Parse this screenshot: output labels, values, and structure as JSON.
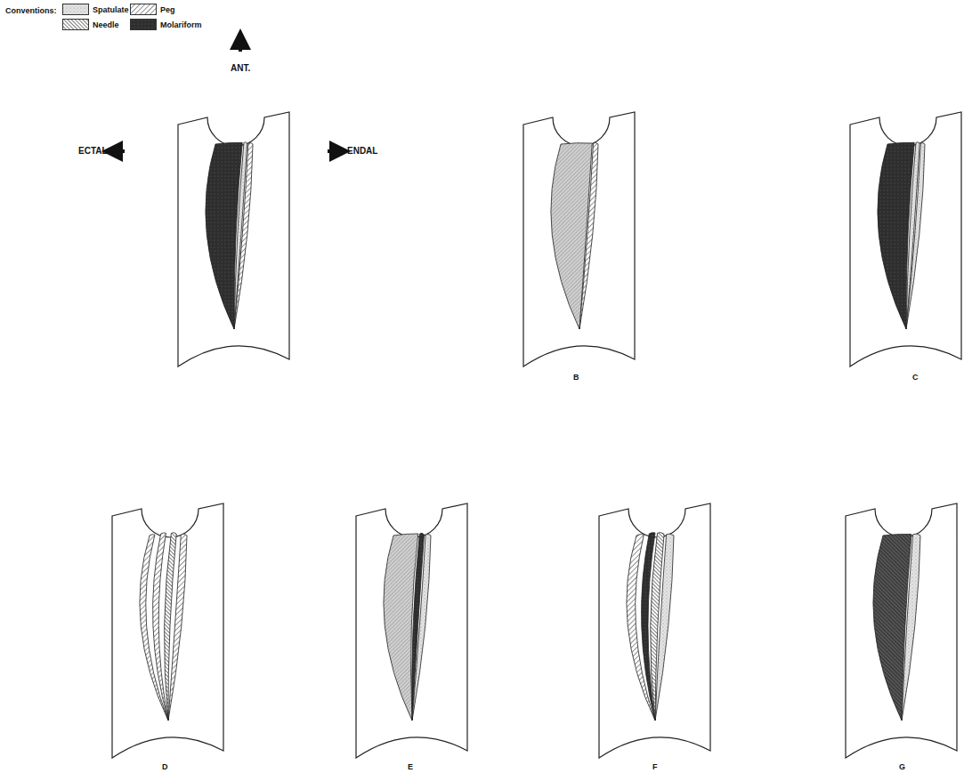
{
  "diagram": {
    "labels": [
      "Conventions:",
      "ANT.",
      "ECTAL",
      "ENDAL",
      "B",
      "C",
      "D",
      "E",
      "F",
      "G"
    ],
    "legend": [
      {
        "text": "Spatulate"
      },
      {
        "text": "Peg"
      },
      {
        "text": "Needle"
      },
      {
        "text": "Molariform"
      }
    ]
  }
}
